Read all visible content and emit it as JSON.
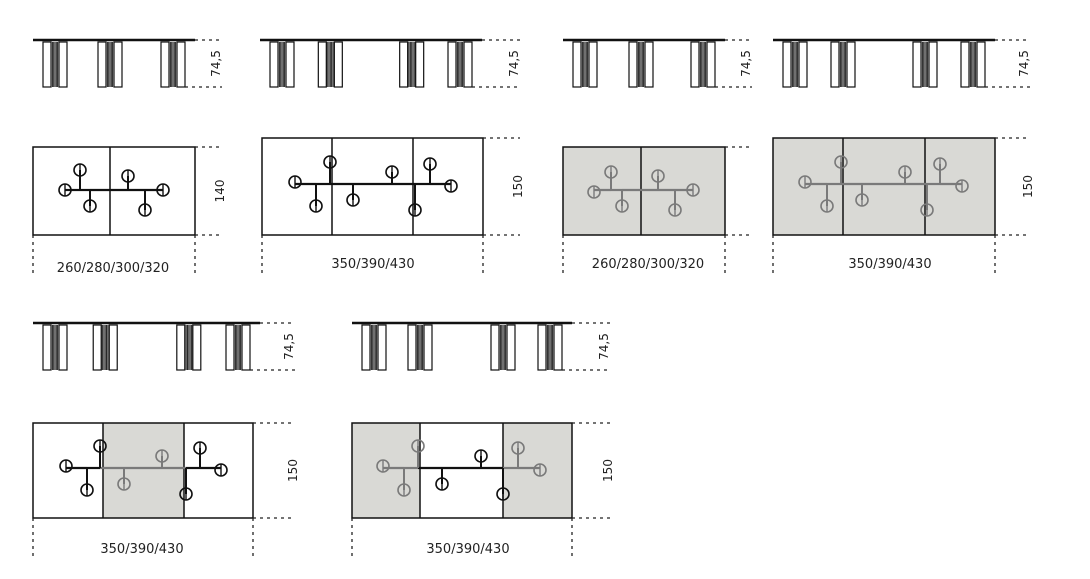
{
  "diagrams": [
    {
      "height_label": "74,5",
      "depth_label": "140",
      "width_label": "260/280/300/320",
      "finish": "white"
    },
    {
      "height_label": "74,5",
      "depth_label": "150",
      "width_label": "350/390/430",
      "finish": "white"
    },
    {
      "height_label": "74,5",
      "depth_label": "",
      "width_label": "260/280/300/320",
      "finish": "grey"
    },
    {
      "height_label": "74,5",
      "depth_label": "150",
      "width_label": "350/390/430",
      "finish": "grey"
    },
    {
      "height_label": "74,5",
      "depth_label": "150",
      "width_label": "350/390/430",
      "finish": "white-grey-white"
    },
    {
      "height_label": "74,5",
      "depth_label": "150",
      "width_label": "350/390/430",
      "finish": "grey-white-grey"
    }
  ],
  "colors": {
    "line": "#111111",
    "grey_panel": "#d9d9d5",
    "grey_symbol": "#7a7a7a"
  }
}
